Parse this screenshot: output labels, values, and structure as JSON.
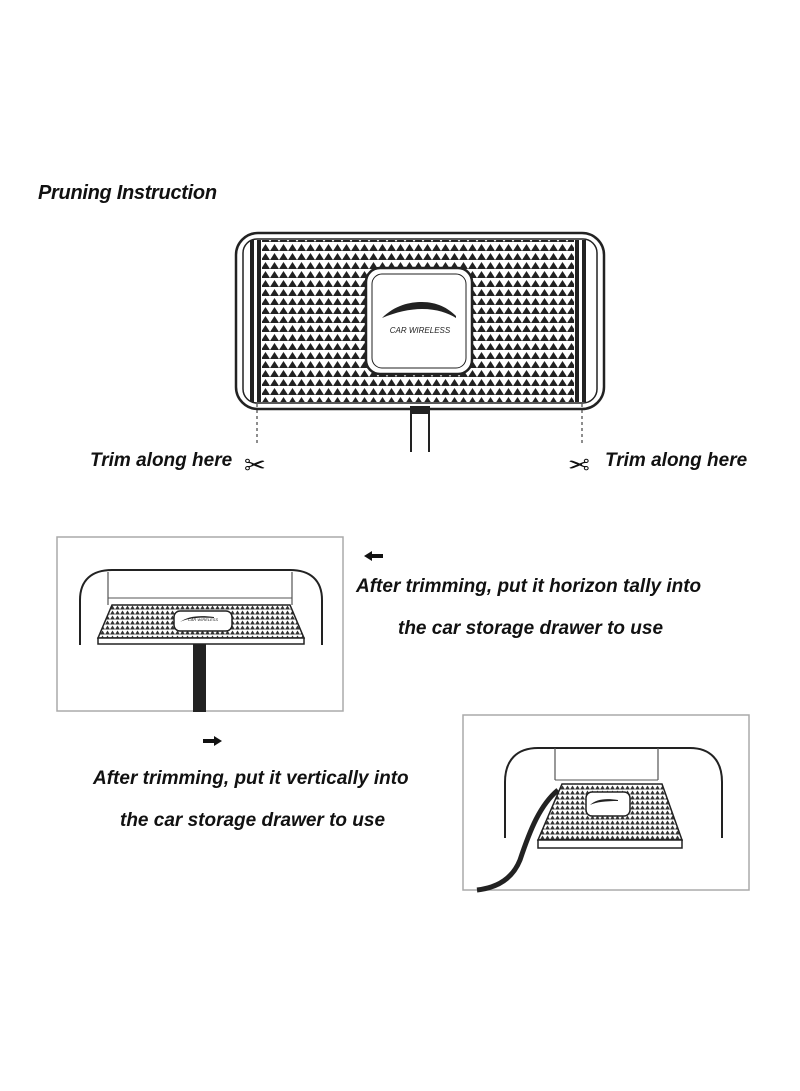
{
  "title": "Pruning Instruction",
  "pad": {
    "label": "CAR WIRELESS",
    "small_label": "CAR WIRELESS"
  },
  "trim": {
    "left_label": "Trim along here",
    "right_label": "Trim along here"
  },
  "step_horizontal": {
    "line1": "After trimming, put it horizon tally into",
    "line2": "the car storage drawer to use"
  },
  "step_vertical": {
    "line1": "After trimming, put it vertically into",
    "line2": "the car storage drawer to use"
  },
  "icons": [
    "scissors-icon",
    "arrow-left-icon",
    "arrow-right-icon",
    "car-silhouette-icon"
  ]
}
